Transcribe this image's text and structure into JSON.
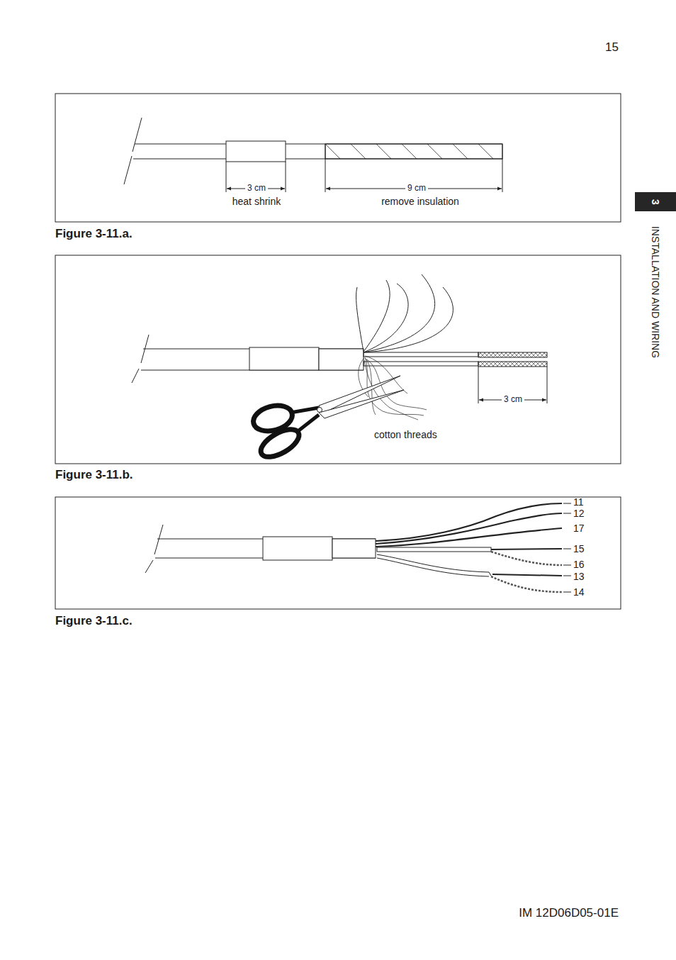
{
  "diagram": {
    "nodes": [
      {
        "text": [
          "3"
        ]
      }
    ],
    "labels": [
      "15",
      "INSTALLATION AND WIRING",
      "3 cm",
      "heat shrink",
      "9 cm",
      "remove insulation",
      "Figure 3-11.a.",
      "3 cm",
      "cotton threads",
      "Figure 3-11.b.",
      "11",
      "12",
      "17",
      "15",
      "16",
      "13",
      "14",
      "Figure 3-11.c.",
      "IM 12D06D05-01E"
    ]
  }
}
